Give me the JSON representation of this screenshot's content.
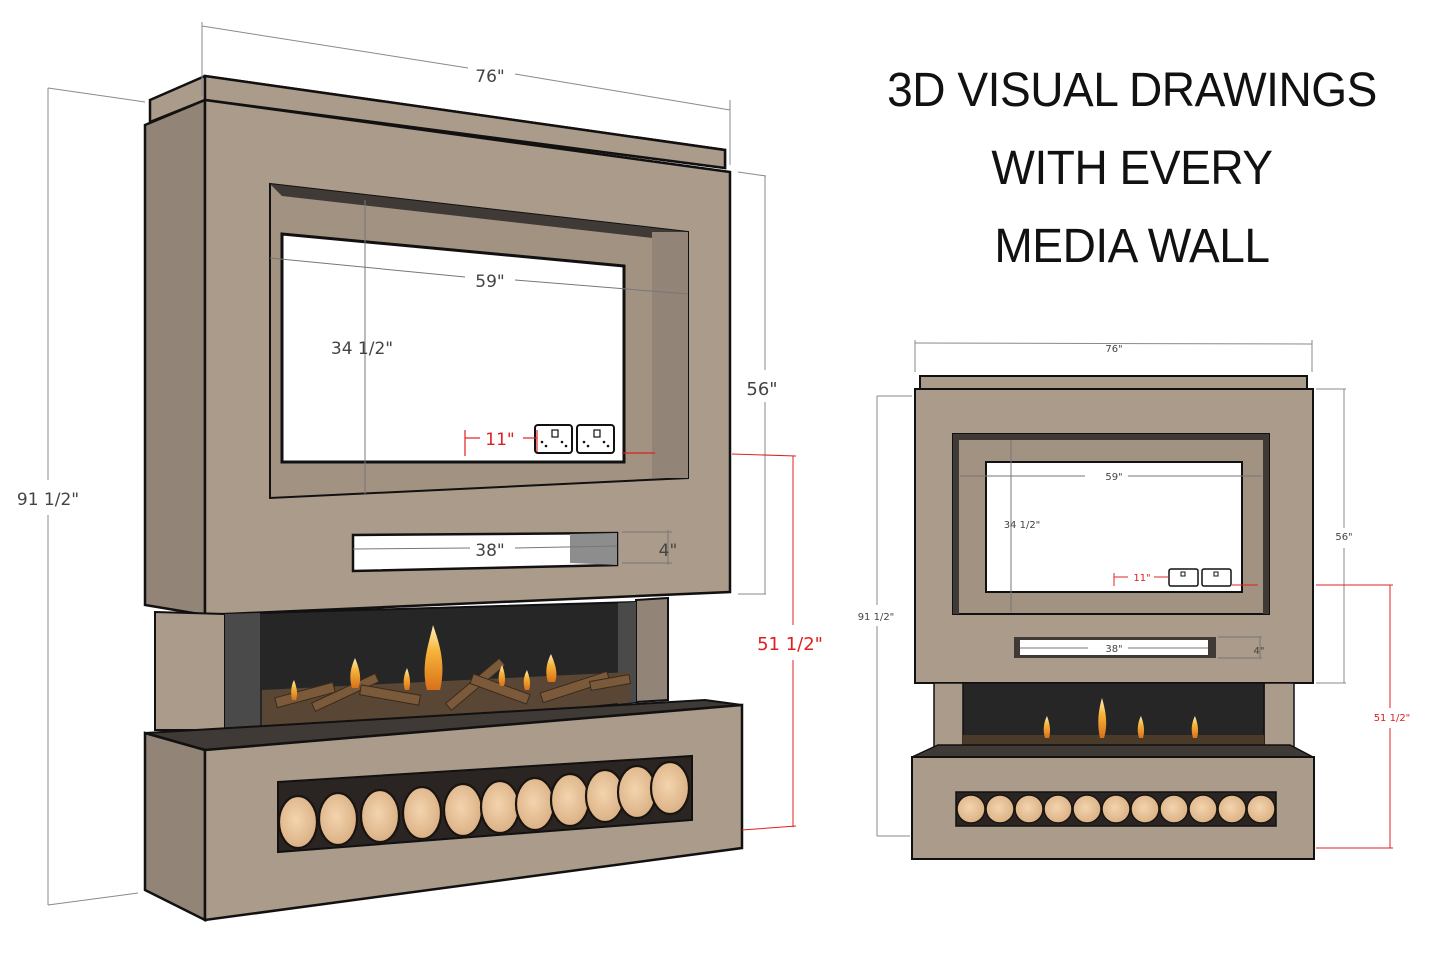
{
  "headline": {
    "lines": [
      "3D VISUAL DRAWINGS",
      "WITH EVERY",
      "MEDIA WALL"
    ]
  },
  "colors": {
    "wall_front": "#ab9b8a",
    "wall_side": "#928476",
    "outline": "#111111",
    "recess_dark": "#3f3a35",
    "firebox": "#262626",
    "dimension_line": "#8a8a8a",
    "dimension_text": "#444444",
    "highlight_red": "#e02020",
    "log_face": "#e8c49c"
  },
  "perspective_view": {
    "overall_width": "76\"",
    "overall_height": "91 1/2\"",
    "tv_recess_width": "59\"",
    "tv_recess_height": "34 1/2\"",
    "upper_section_height": "56\"",
    "socket_offset": "11\"",
    "shelf_width": "38\"",
    "shelf_height": "4\"",
    "socket_height_from_floor": "51 1/2\""
  },
  "front_view": {
    "overall_width": "76\"",
    "overall_height": "91 1/2\"",
    "tv_recess_width": "59\"",
    "tv_recess_height": "34 1/2\"",
    "upper_section_height": "56\"",
    "socket_offset": "11\"",
    "shelf_width": "38\"",
    "shelf_height": "4\"",
    "socket_height_from_floor": "51 1/2\""
  },
  "icons": {
    "socket": "double-socket-icon",
    "log": "log-icon",
    "flame": "flame-icon"
  }
}
